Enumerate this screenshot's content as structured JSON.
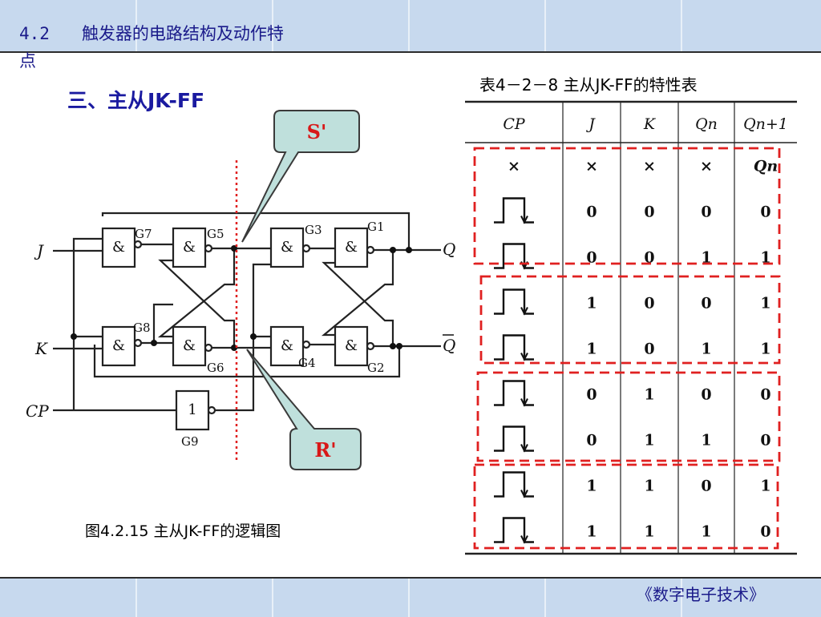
{
  "header": {
    "section_number": "4.2",
    "section_title_line1": "触发器的电路结构及动作特",
    "section_title_line2": "点"
  },
  "slide": {
    "subtitle": "三、主从JK-FF",
    "table_title": "表4－2－8  主从JK-FF的特性表",
    "figure_caption": "图4.2.15   主从JK-FF的逻辑图",
    "footer": "《数字电子技术》"
  },
  "circuit": {
    "inputs": {
      "j": "J",
      "k": "K",
      "cp": "CP"
    },
    "outputs": {
      "q": "Q",
      "qbar": "Q"
    },
    "gates": [
      {
        "symbol": "&",
        "name": "G7"
      },
      {
        "symbol": "&",
        "name": "G5"
      },
      {
        "symbol": "&",
        "name": "G3"
      },
      {
        "symbol": "&",
        "name": "G1"
      },
      {
        "symbol": "&",
        "name": "G8"
      },
      {
        "symbol": "&",
        "name": "G6"
      },
      {
        "symbol": "&",
        "name": "G4"
      },
      {
        "symbol": "&",
        "name": "G2"
      },
      {
        "symbol": "1",
        "name": "G9"
      }
    ],
    "callouts": {
      "s_prime": "S'",
      "r_prime": "R'"
    }
  },
  "truth_table": {
    "headers": [
      "CP",
      "J",
      "K",
      "Qn",
      "Qn+1"
    ],
    "rows": [
      [
        "×",
        "×",
        "×",
        "×",
        "Qn"
      ],
      [
        "pulse",
        "0",
        "0",
        "0",
        "0"
      ],
      [
        "pulse",
        "0",
        "0",
        "1",
        "1"
      ],
      [
        "pulse",
        "1",
        "0",
        "0",
        "1"
      ],
      [
        "pulse",
        "1",
        "0",
        "1",
        "1"
      ],
      [
        "pulse",
        "0",
        "1",
        "0",
        "0"
      ],
      [
        "pulse",
        "0",
        "1",
        "1",
        "0"
      ],
      [
        "pulse",
        "1",
        "1",
        "0",
        "1"
      ],
      [
        "pulse",
        "1",
        "1",
        "1",
        "0"
      ]
    ]
  },
  "colors": {
    "band": "#c7d9ee",
    "title_blue": "#1a1aa0",
    "callout_fill": "#bfe0dc",
    "dashed_red": "#e02020"
  }
}
